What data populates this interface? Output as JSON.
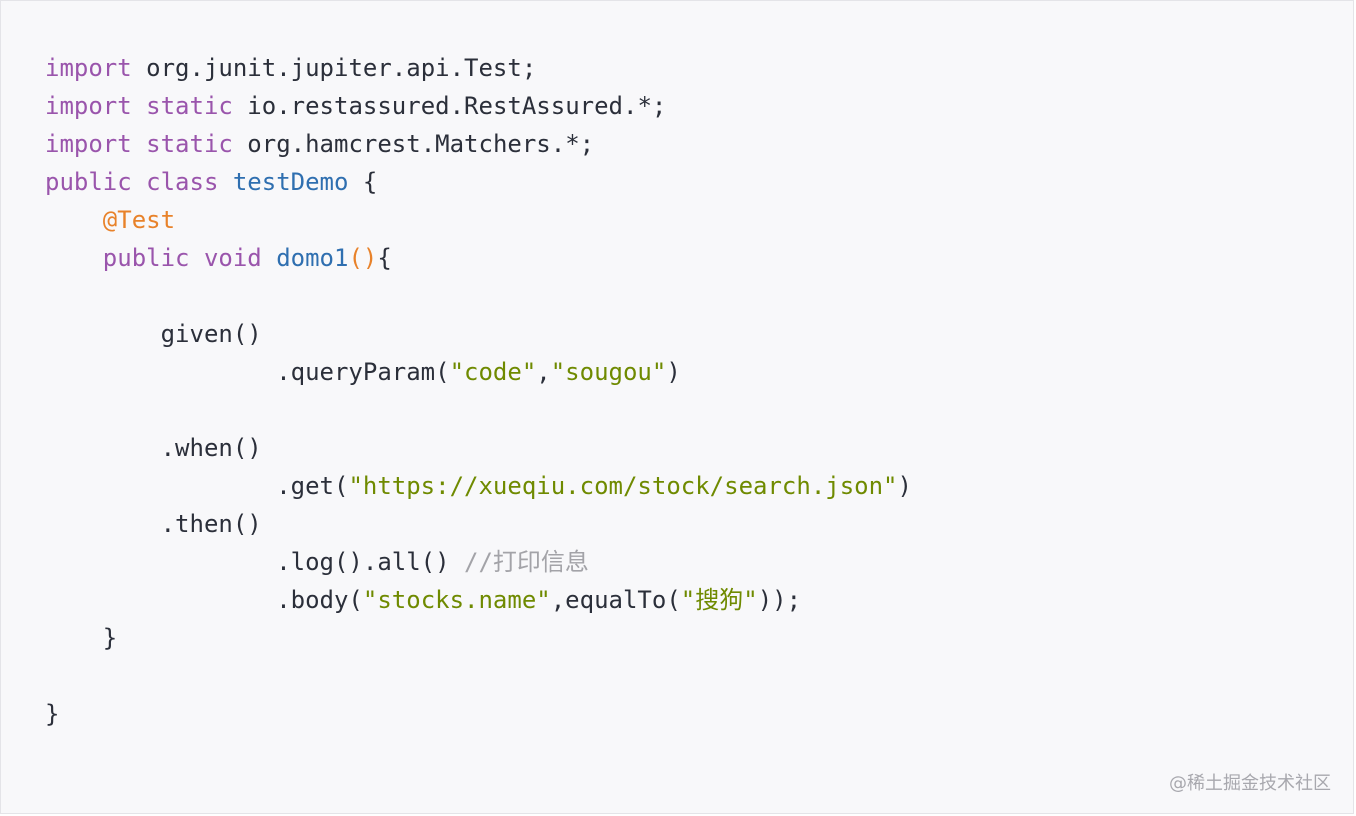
{
  "code": {
    "l1": {
      "kw": "import",
      "rest": " org.junit.jupiter.api.Test;"
    },
    "l2": {
      "kw1": "import",
      "kw2": "static",
      "rest": " io.restassured.RestAssured.*;"
    },
    "l3": {
      "kw1": "import",
      "kw2": "static",
      "rest": " org.hamcrest.Matchers.*;"
    },
    "l4": {
      "kw1": "public",
      "kw2": "class",
      "cls": "testDemo",
      "rest": " {"
    },
    "l5": {
      "ann": "@Test"
    },
    "l6": {
      "kw1": "public",
      "kw2": "void",
      "fn": "domo1",
      "parens": "()",
      "rest": "{"
    },
    "l8": {
      "text": "given()"
    },
    "l9": {
      "pre": ".queryParam(",
      "s1": "\"code\"",
      "sep": ",",
      "s2": "\"sougou\"",
      "post": ")"
    },
    "l11": {
      "text": ".when()"
    },
    "l12": {
      "pre": ".get(",
      "s1": "\"https://xueqiu.com/stock/search.json\"",
      "post": ")"
    },
    "l13": {
      "text": ".then()"
    },
    "l14": {
      "pre": ".log().all() ",
      "comment": "//打印信息"
    },
    "l15": {
      "pre": ".body(",
      "s1": "\"stocks.name\"",
      "mid": ",equalTo(",
      "s2": "\"搜狗\"",
      "post": "));"
    },
    "l16": {
      "text": "}"
    },
    "l18": {
      "text": "}"
    }
  },
  "watermark": "@稀土掘金技术社区",
  "colors": {
    "keyword": "#9a55ac",
    "class_name": "#2f6fb0",
    "annotation": "#e8822a",
    "string": "#6f8a00",
    "comment": "#a3a3a8",
    "background": "#f8f8fa"
  }
}
